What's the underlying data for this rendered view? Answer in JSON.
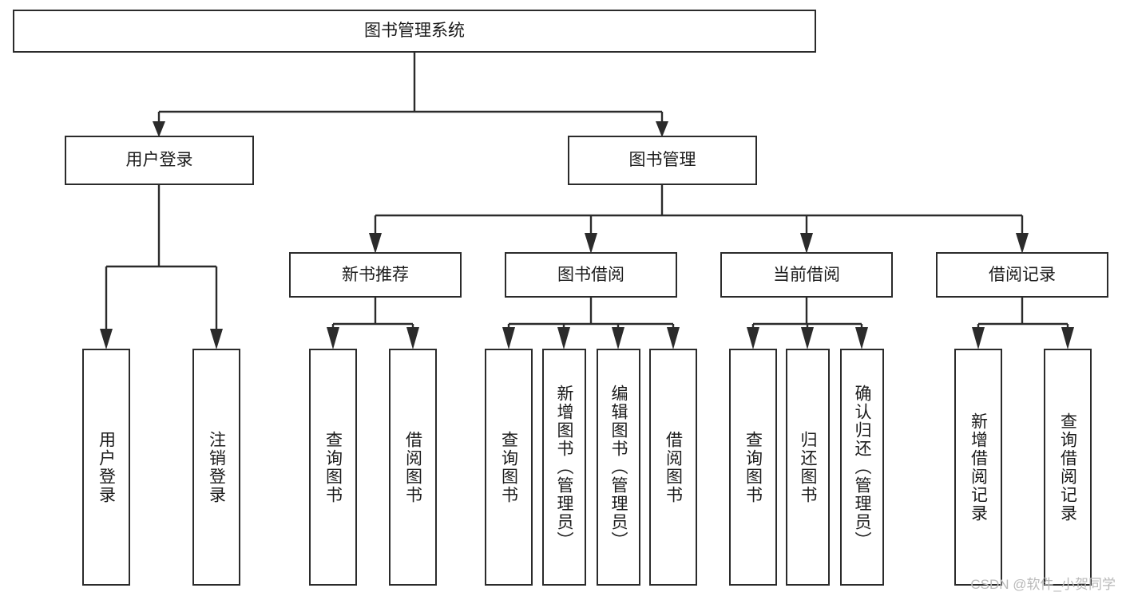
{
  "diagram": {
    "title": "图书管理系统",
    "type": "tree",
    "watermark": "CSDN @软件_小贺同学",
    "colors": {
      "stroke": "#2b2b2b",
      "fill": "#ffffff",
      "text": "#1b1b1b",
      "watermark": "#b9b9b9"
    },
    "nodes": {
      "root": {
        "label": "图书管理系统"
      },
      "level2": [
        {
          "id": "user-login",
          "label": "用户登录"
        },
        {
          "id": "book-manage",
          "label": "图书管理"
        }
      ],
      "level3": [
        {
          "id": "new-book-rec",
          "label": "新书推荐"
        },
        {
          "id": "book-borrow",
          "label": "图书借阅"
        },
        {
          "id": "current-borrow",
          "label": "当前借阅"
        },
        {
          "id": "borrow-record",
          "label": "借阅记录"
        }
      ],
      "leaves": [
        {
          "id": "leaf-user-login",
          "label": "用户登录",
          "parent": "user-login"
        },
        {
          "id": "leaf-logout",
          "label": "注销登录",
          "parent": "user-login"
        },
        {
          "id": "leaf-query-book-1",
          "label": "查询图书",
          "parent": "new-book-rec"
        },
        {
          "id": "leaf-borrow-book-1",
          "label": "借阅图书",
          "parent": "new-book-rec"
        },
        {
          "id": "leaf-query-book-2",
          "label": "查询图书",
          "parent": "book-borrow"
        },
        {
          "id": "leaf-add-book",
          "label": "新增图书（管理员）",
          "parent": "book-borrow"
        },
        {
          "id": "leaf-edit-book",
          "label": "编辑图书（管理员）",
          "parent": "book-borrow"
        },
        {
          "id": "leaf-borrow-book-2",
          "label": "借阅图书",
          "parent": "book-borrow"
        },
        {
          "id": "leaf-query-book-3",
          "label": "查询图书",
          "parent": "current-borrow"
        },
        {
          "id": "leaf-return-book",
          "label": "归还图书",
          "parent": "current-borrow"
        },
        {
          "id": "leaf-confirm-return",
          "label": "确认归还（管理员）",
          "parent": "current-borrow"
        },
        {
          "id": "leaf-add-record",
          "label": "新增借阅记录",
          "parent": "borrow-record"
        },
        {
          "id": "leaf-query-record",
          "label": "查询借阅记录",
          "parent": "borrow-record"
        }
      ]
    }
  }
}
